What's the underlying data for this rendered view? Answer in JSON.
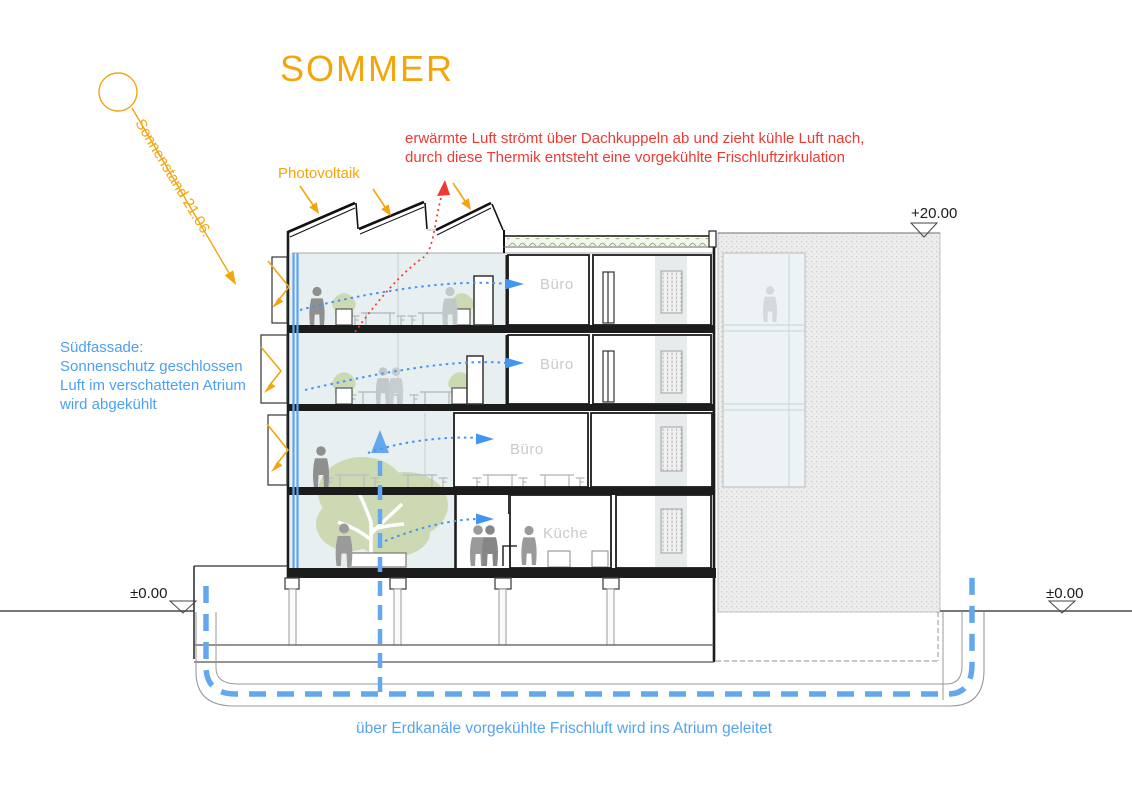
{
  "title": "SOMMER",
  "sun": {
    "label": "Sonnenstand 21.06."
  },
  "annotations": {
    "photovoltaik": "Photovoltaik",
    "roof_note_line1": "erwärmte Luft strömt über Dachkuppeln ab und zieht kühle Luft nach,",
    "roof_note_line2": "durch diese Thermik entsteht eine vorgekühlte Frischluftzirkulation",
    "facade_note_lines": [
      "Südfassade:",
      "Sonnenschutz geschlossen",
      "Luft im verschatteten Atrium",
      "wird abgekühlt"
    ],
    "ground_note": "über Erdkanäle vorgekühlte Frischluft wird ins Atrium geleitet"
  },
  "elevations": {
    "roof": "+20.00",
    "ground_left": "±0.00",
    "ground_right": "±0.00"
  },
  "rooms": [
    {
      "label": "Büro"
    },
    {
      "label": "Büro"
    },
    {
      "label": "Büro"
    },
    {
      "label": "Küche"
    }
  ],
  "colors": {
    "accent_orange": "#F2A60C",
    "annotation_red": "#EE3A33",
    "annotation_blue": "#4D9FF2",
    "flow_blue": "#63A7EF",
    "roof_green": "#93AD72",
    "tree_green": "#CCD9B3",
    "room_label_gray": "#C6CBCB"
  }
}
